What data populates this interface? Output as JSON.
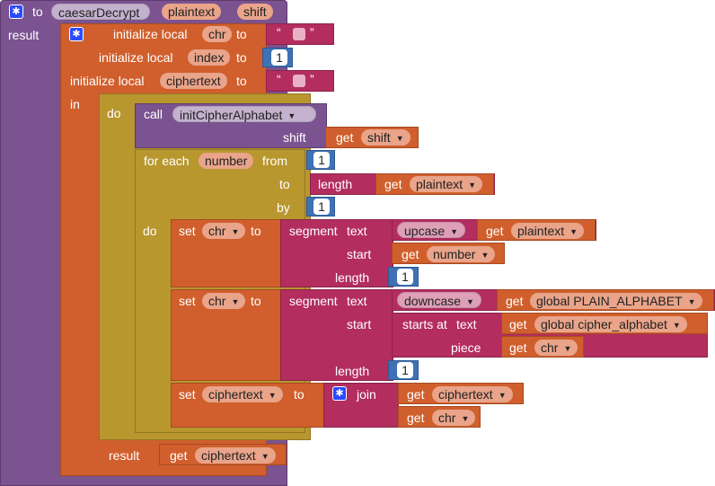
{
  "procedure": {
    "to_label": "to",
    "name": "caesarDecrypt",
    "params": [
      "plaintext",
      "shift"
    ],
    "result_label": "result"
  },
  "locals": {
    "init_label": "initialize local",
    "to_label": "to",
    "chr": "chr",
    "index": "index",
    "ciphertext": "ciphertext",
    "index_value": "1",
    "open_quote": "“",
    "close_quote": "”"
  },
  "in_label": "in",
  "do_label": "do",
  "call": {
    "label": "call",
    "name": "initCipherAlphabet",
    "shift_label": "shift"
  },
  "get_label": "get",
  "vars": {
    "shift": "shift",
    "plaintext": "plaintext",
    "number": "number",
    "chr": "chr",
    "ciphertext": "ciphertext",
    "plain_alphabet": "global PLAIN_ALPHABET",
    "cipher_alphabet": "global cipher_alphabet"
  },
  "foreach": {
    "label": "for each",
    "var": "number",
    "from_label": "from",
    "to_label": "to",
    "by_label": "by",
    "from_value": "1",
    "by_value": "1",
    "length_label": "length"
  },
  "set_label": "set",
  "to_label": "to",
  "segment": {
    "label": "segment",
    "text_label": "text",
    "start_label": "start",
    "length_label": "length",
    "length_value": "1"
  },
  "upcase": "upcase",
  "downcase": "downcase",
  "starts_at": {
    "label": "starts at",
    "text_label": "text",
    "piece_label": "piece"
  },
  "join_label": "join",
  "result_label": "result"
}
